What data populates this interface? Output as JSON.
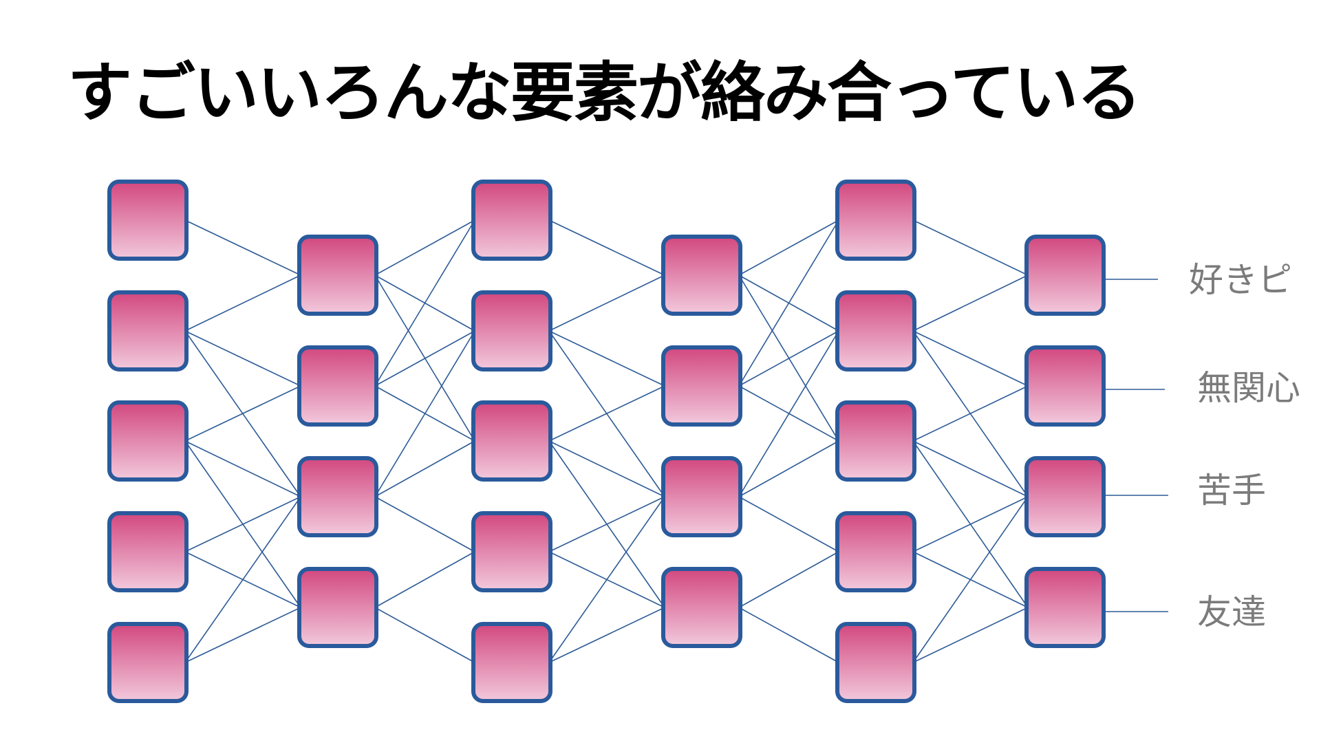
{
  "slide": {
    "title": "すごいいろんな要素が絡み合っている"
  },
  "diagram": {
    "layers": [
      5,
      4,
      5,
      4,
      5,
      4
    ],
    "outputs": [
      "好きピ",
      "無関心",
      "苦手",
      "友達"
    ],
    "colors": {
      "node_border": "#2a5a9c",
      "node_fill_top": "#d2487f",
      "node_fill_bottom": "#f2c9dd",
      "edge": "#2d5b97",
      "label_text": "#7b7b7b"
    }
  }
}
